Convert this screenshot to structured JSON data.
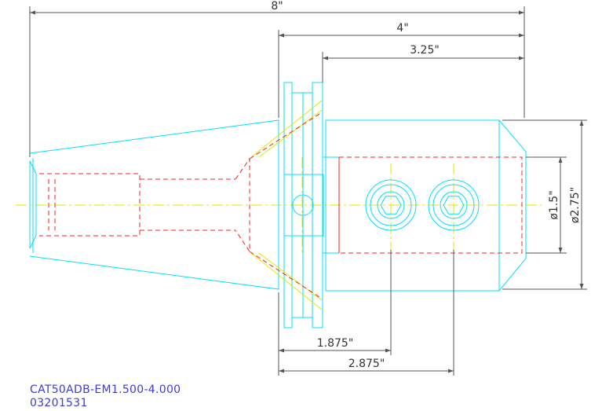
{
  "drawing": {
    "dimensions": {
      "overall_length": "8\"",
      "length_from_flange": "4\"",
      "body_length": "3.25\"",
      "bore_diameter": "ø1.5\"",
      "body_diameter": "ø2.75\"",
      "screw1_position": "1.875\"",
      "screw2_position": "2.875\""
    },
    "part_number": "CAT50ADB-EM1.500-4.000",
    "item_code": "03201531"
  }
}
